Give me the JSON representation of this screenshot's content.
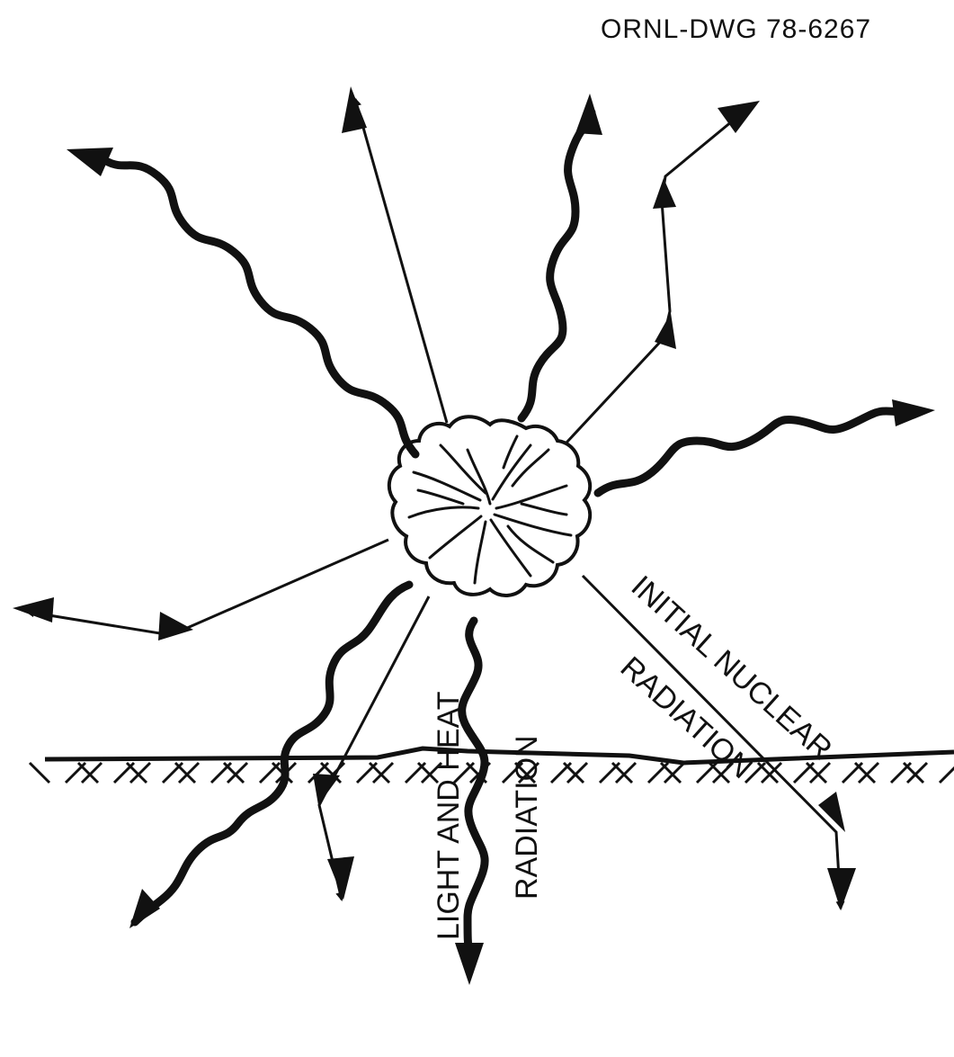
{
  "drawing_id": "ORNL-DWG 78-6267",
  "labels": {
    "light_heat_line1": "LIGHT AND HEAT",
    "light_heat_line2": "RADIATION",
    "nuclear_line1": "INITIAL NUCLEAR",
    "nuclear_line2": "RADIATION"
  },
  "colors": {
    "ink": "#111111",
    "background": "#ffffff"
  }
}
